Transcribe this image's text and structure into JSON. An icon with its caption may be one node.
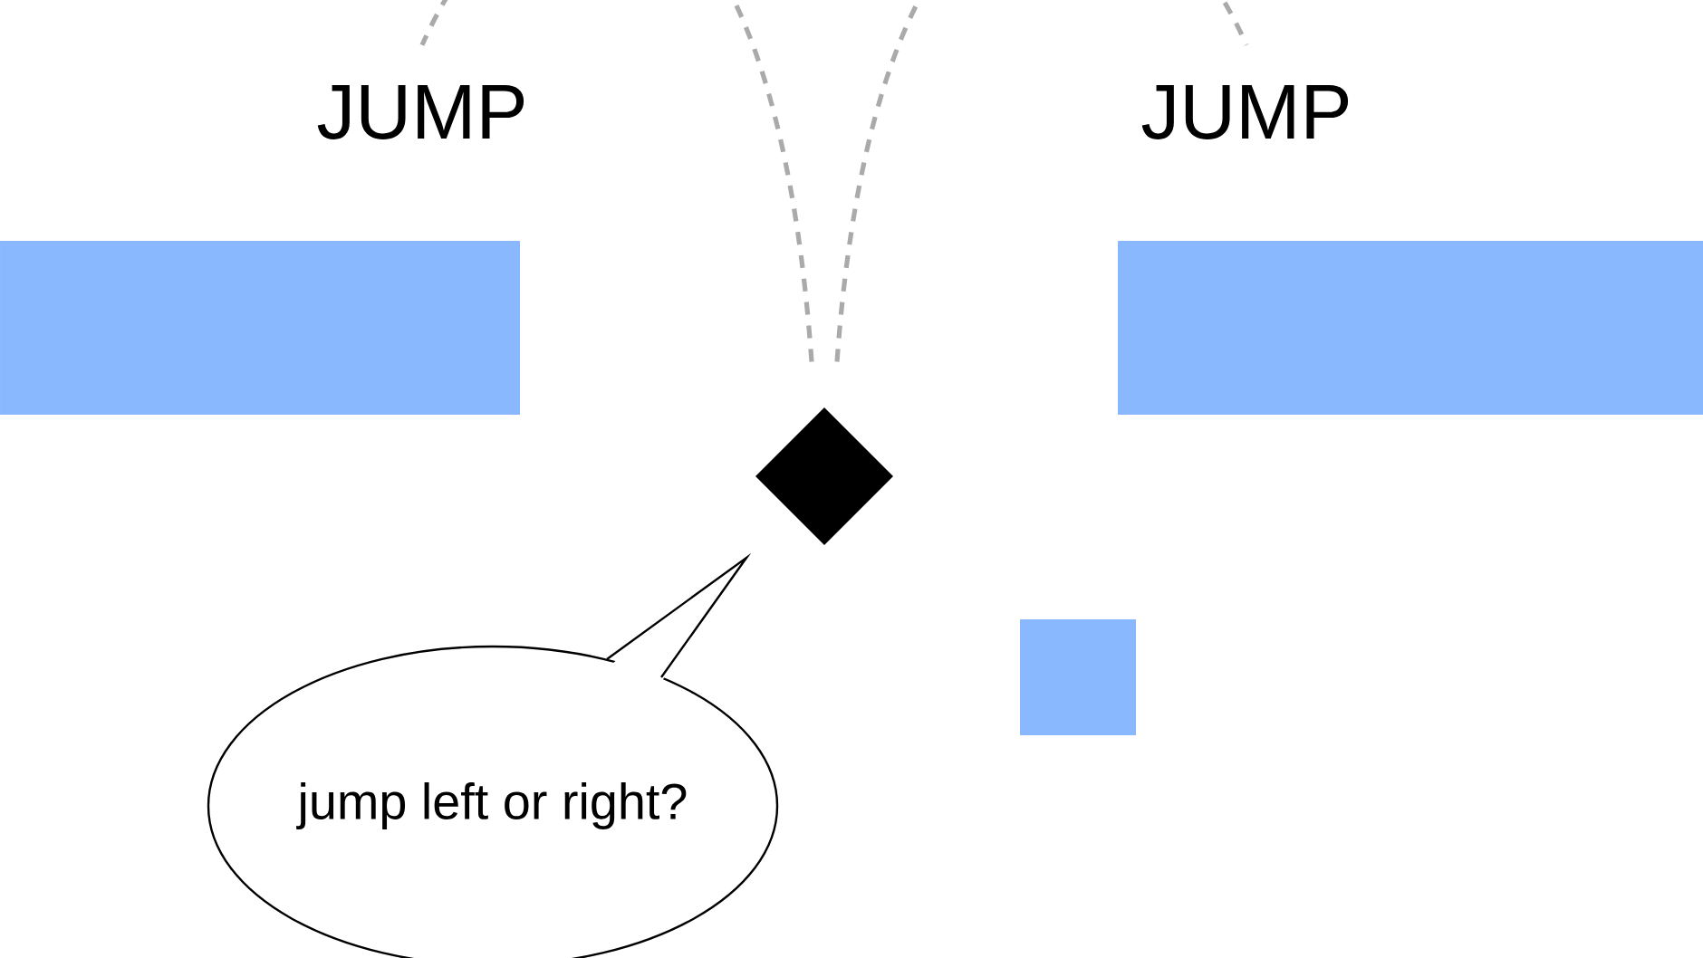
{
  "diagram": {
    "nodes": [
      {
        "text": [
          "JUMP"
        ]
      },
      {
        "text": [
          "JUMP"
        ]
      },
      {
        "text": [],
        "shape": "bar"
      },
      {
        "text": [],
        "shape": "bar"
      },
      {
        "text": [],
        "shape": "diamond"
      },
      {
        "text": [],
        "shape": "box"
      },
      {
        "text": [
          "jump left or right?"
        ]
      }
    ],
    "edges": [
      {
        "from": 4,
        "to": 0,
        "arrow": "none",
        "style": "dashed"
      },
      {
        "from": 4,
        "to": 1,
        "arrow": "none",
        "style": "dashed"
      }
    ]
  }
}
